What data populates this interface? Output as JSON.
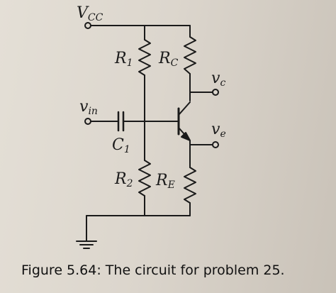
{
  "labels": {
    "vcc_main": "V",
    "vcc_sub": "CC",
    "r1_main": "R",
    "r1_sub": "1",
    "rc_main": "R",
    "rc_sub": "C",
    "vc_main": "v",
    "vc_sub": "c",
    "vin_main": "v",
    "vin_sub": "in",
    "ve_main": "v",
    "ve_sub": "e",
    "c1_main": "C",
    "c1_sub": "1",
    "r2_main": "R",
    "r2_sub": "2",
    "re_main": "R",
    "re_sub": "E"
  },
  "caption": "Figure 5.64: The circuit for problem 25.",
  "colors": {
    "wire": "#1a1a1a",
    "paper": "#dcd6cd"
  }
}
